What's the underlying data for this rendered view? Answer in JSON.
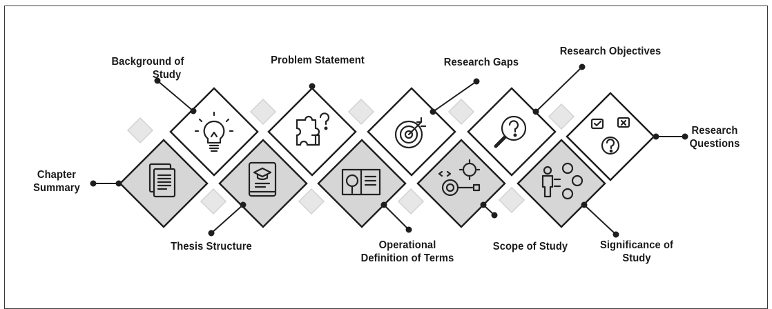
{
  "nodes": [
    {
      "id": "background",
      "lines": [
        "Background of",
        "Study"
      ],
      "icon": "lightbulb-icon"
    },
    {
      "id": "problem",
      "lines": [
        "Problem Statement"
      ],
      "icon": "puzzle-question-icon"
    },
    {
      "id": "gaps",
      "lines": [
        "Research Gaps"
      ],
      "icon": "target-arrow-icon"
    },
    {
      "id": "objectives",
      "lines": [
        "Research Objectives"
      ],
      "icon": "magnifier-question-icon"
    },
    {
      "id": "questions",
      "lines": [
        "Research",
        "Questions"
      ],
      "icon": "chat-question-icon"
    },
    {
      "id": "summary",
      "lines": [
        "Chapter",
        "Summary"
      ],
      "icon": "documents-icon"
    },
    {
      "id": "thesis",
      "lines": [
        "Thesis Structure"
      ],
      "icon": "book-icon"
    },
    {
      "id": "operational",
      "lines": [
        "Operational",
        "Definition of Terms"
      ],
      "icon": "open-book-magnifier-icon"
    },
    {
      "id": "scope",
      "lines": [
        "Scope of Study"
      ],
      "icon": "target-gear-icon"
    },
    {
      "id": "significance",
      "lines": [
        "Significance of",
        "Study"
      ],
      "icon": "person-benefits-icon"
    }
  ],
  "colors": {
    "top_fill": "#ffffff",
    "bottom_fill": "#d6d6d6",
    "stroke": "#1e1e1e",
    "small_diamond": "#e6e6e6"
  }
}
